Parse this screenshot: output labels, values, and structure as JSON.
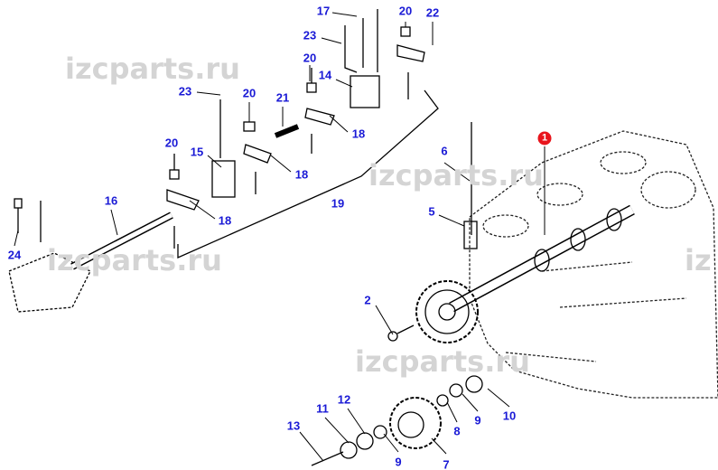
{
  "watermark": "izcparts.ru",
  "watermark_partial": "iz",
  "colors": {
    "label": "#1a1ad6",
    "highlight": "#e8141c",
    "watermark": "#d4d4d4",
    "line": "#000000"
  },
  "callouts": {
    "c17": "17",
    "c23a": "23",
    "c20a": "20",
    "c22": "22",
    "c20b": "20",
    "c14": "14",
    "c21": "21",
    "c23b": "23",
    "c20c": "20",
    "c18a": "18",
    "c15": "15",
    "c20d": "20",
    "c18b": "18",
    "c19": "19",
    "c16": "16",
    "c18c": "18",
    "c24": "24",
    "c6": "6",
    "c5": "5",
    "c1": "1",
    "c2": "2",
    "c11": "11",
    "c12": "12",
    "c13": "13",
    "c9a": "9",
    "c7": "7",
    "c8": "8",
    "c9b": "9",
    "c10": "10"
  }
}
